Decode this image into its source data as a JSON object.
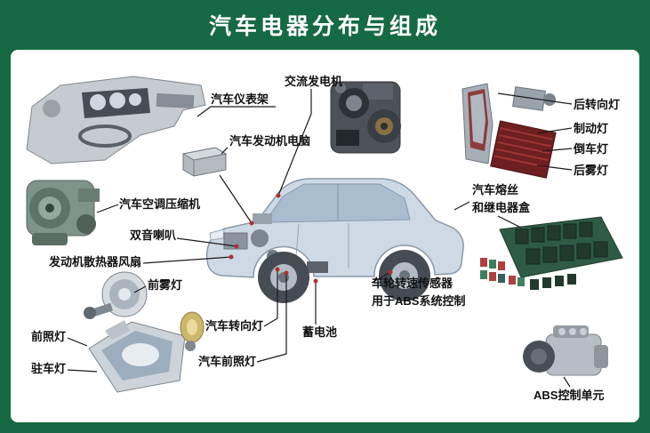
{
  "title": "汽车电器分布与组成",
  "colors": {
    "frame_green": "#156a43",
    "title_text": "#ffffff",
    "canvas_bg": "#ffffff",
    "label_text": "#111111",
    "car_body": "#cdd9e5",
    "brake_panel_red": "#6e1f1f",
    "fuse_board_green": "#2f5b44"
  },
  "labels": {
    "instrument_panel": "汽车仪表架",
    "alternator": "交流发电机",
    "engine_computer": "汽车发动机电脑",
    "ac_compressor": "汽车空调压缩机",
    "horn": "双音喇叭",
    "radiator_fan": "发动机散热器风扇",
    "front_fog_lamp": "前雾灯",
    "headlamp": "前照灯",
    "parking_lamp": "驻车灯",
    "turn_signal_lamp": "汽车转向灯",
    "front_headlamp": "汽车前照灯",
    "battery": "蓄电池",
    "wheel_speed_sensor": "车轮转速传感器",
    "wheel_speed_sensor_note": "用于ABS系统控制",
    "rear_turn_lamp": "后转向灯",
    "brake_lamp": "制动灯",
    "reverse_lamp": "倒车灯",
    "rear_fog_lamp": "后雾灯",
    "fuse_box_line1": "汽车熔丝",
    "fuse_box_line2": "和继电器盒",
    "abs_unit": "ABS控制单元"
  }
}
